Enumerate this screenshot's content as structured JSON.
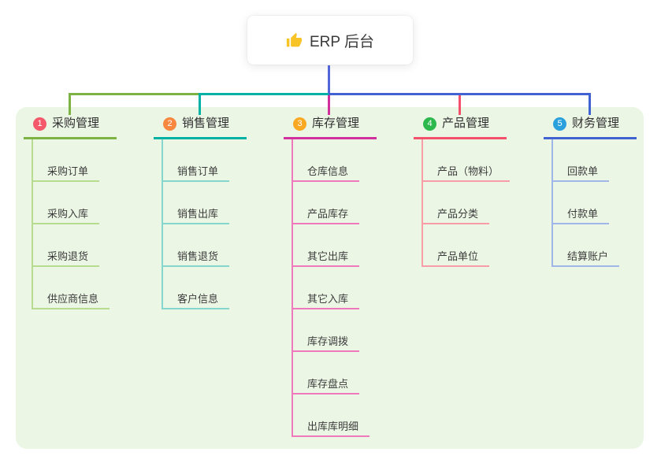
{
  "root_node": {
    "icon": "thumbs-up-icon",
    "title": "ERP 后台"
  },
  "colors": {
    "panel_bg": "#ebf6e5",
    "stem": "#5366d8",
    "card_bg": "#ffffff",
    "header_text": "#2f2f2f",
    "child_text": "#3c3c3c"
  },
  "branches": [
    {
      "badge": "1",
      "label": "采购管理",
      "badge_color": "#f4586b",
      "line_color": "#7cb342",
      "child_line_color": "#b7dc90",
      "children": [
        "采购订单",
        "采购入库",
        "采购退货",
        "供应商信息"
      ]
    },
    {
      "badge": "2",
      "label": "销售管理",
      "badge_color": "#f8883f",
      "line_color": "#00b2a4",
      "child_line_color": "#85d6cc",
      "children": [
        "销售订单",
        "销售出库",
        "销售退货",
        "客户信息"
      ]
    },
    {
      "badge": "3",
      "label": "库存管理",
      "badge_color": "#f9a822",
      "line_color": "#d12f9c",
      "child_line_color": "#ee79bc",
      "children": [
        "仓库信息",
        "产品库存",
        "其它出库",
        "其它入库",
        "库存调拨",
        "库存盘点",
        "出库库明细"
      ]
    },
    {
      "badge": "4",
      "label": "产品管理",
      "badge_color": "#2db84e",
      "line_color": "#f4506b",
      "child_line_color": "#f89ca8",
      "children": [
        "产品（物料）",
        "产品分类",
        "产品单位"
      ]
    },
    {
      "badge": "5",
      "label": "财务管理",
      "badge_color": "#2aa1dc",
      "line_color": "#4062d3",
      "child_line_color": "#9eb7e8",
      "children": [
        "回款单",
        "付款单",
        "结算账户"
      ]
    }
  ]
}
